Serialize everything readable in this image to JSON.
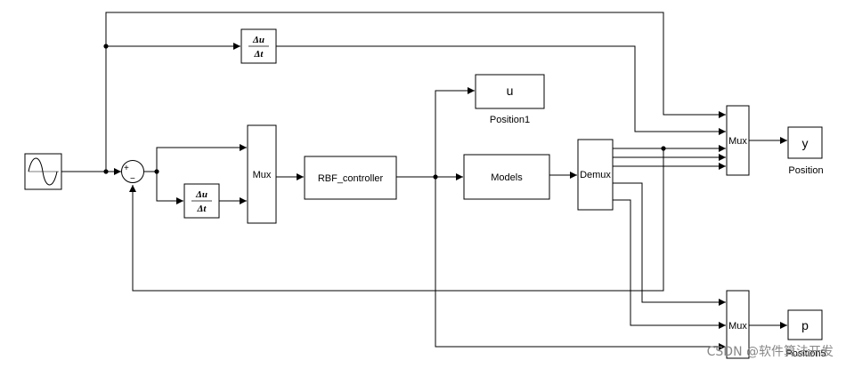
{
  "blocks": {
    "derivative_top": {
      "numerator": "Δu",
      "denominator": "Δt"
    },
    "derivative_mid": {
      "numerator": "Δu",
      "denominator": "Δt"
    },
    "sum": {
      "plus": "+",
      "minus": "−"
    },
    "mux_main": "Mux",
    "rbf_controller": "RBF_controller",
    "models": "Models",
    "demux": "Demux",
    "scope_u": {
      "label": "u",
      "caption": "Position1"
    },
    "mux_y": "Mux",
    "scope_y": {
      "label": "y",
      "caption": "Position"
    },
    "mux_p": "Mux",
    "scope_p": {
      "label": "p",
      "caption": "Position5"
    }
  },
  "watermark": "CSDN @软件算法开发"
}
